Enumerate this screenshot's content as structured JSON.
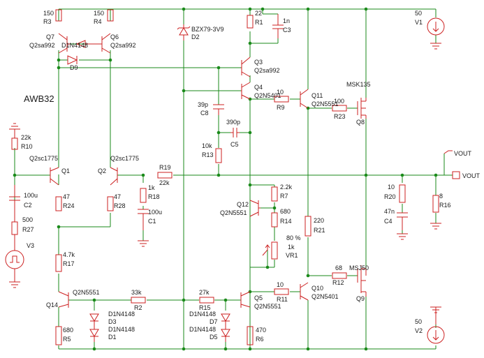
{
  "title": "AWB32",
  "components": {
    "R3": {
      "name": "R3",
      "value": "150"
    },
    "R4": {
      "name": "R4",
      "value": "150"
    },
    "Q7": {
      "name": "Q7",
      "part": "Q2sa992"
    },
    "Q6": {
      "name": "Q6",
      "part": "Q2sa992"
    },
    "D9": {
      "name": "D9",
      "part": "D1N4148"
    },
    "D2": {
      "name": "D2",
      "part": "BZX79-3V9"
    },
    "R1": {
      "name": "R1",
      "value": "22"
    },
    "C3": {
      "name": "C3",
      "value": "1n"
    },
    "V1": {
      "name": "V1",
      "value": "50"
    },
    "Q3": {
      "name": "Q3",
      "part": "Q2sa992"
    },
    "Q4": {
      "name": "Q4",
      "part": "Q2N5401"
    },
    "MSK135": "MSK135",
    "Q11": {
      "name": "Q11",
      "part": "Q2N5551"
    },
    "R9": {
      "name": "R9",
      "value": "10"
    },
    "R23": {
      "name": "R23",
      "value": "100"
    },
    "Q8": {
      "name": "Q8"
    },
    "C8": {
      "name": "C8",
      "value": "39p"
    },
    "C5": {
      "name": "C5",
      "value": "390p"
    },
    "R13": {
      "name": "R13",
      "value": "10k"
    },
    "R10": {
      "name": "R10",
      "value": "22k"
    },
    "Q1": {
      "name": "Q1",
      "part": "Q2sc1775"
    },
    "Q2": {
      "name": "Q2",
      "part": "Q2sc1775"
    },
    "R19": {
      "name": "R19",
      "value": "22k"
    },
    "C2": {
      "name": "C2",
      "value": "100u"
    },
    "R24": {
      "name": "R24",
      "value": "47"
    },
    "R28": {
      "name": "R28",
      "value": "47"
    },
    "R18": {
      "name": "R18",
      "value": "1k"
    },
    "C1": {
      "name": "C1",
      "value": "100u"
    },
    "R27": {
      "name": "R27",
      "value": "500"
    },
    "V3": {
      "name": "V3"
    },
    "R7": {
      "name": "R7",
      "value": "2.2k"
    },
    "Q12": {
      "name": "Q12",
      "part": "Q2N5551"
    },
    "R14": {
      "name": "R14",
      "value": "680"
    },
    "R21": {
      "name": "R21",
      "value": "220"
    },
    "VR1": {
      "name": "VR1",
      "value": "1k",
      "wiper": "80 %"
    },
    "R20": {
      "name": "R20",
      "value": "10"
    },
    "C4": {
      "name": "C4",
      "value": "47n"
    },
    "R16": {
      "name": "R16",
      "value": "8"
    },
    "VOUT": "VOUT",
    "R17": {
      "name": "R17",
      "value": "4.7k"
    },
    "Q14": {
      "name": "Q14",
      "part": "Q2N5551"
    },
    "R2": {
      "name": "R2",
      "value": "33k"
    },
    "R15": {
      "name": "R15",
      "value": "27k"
    },
    "D3": {
      "name": "D3",
      "part": "D1N4148"
    },
    "D1": {
      "name": "D1",
      "part": "D1N4148"
    },
    "D7": {
      "name": "D7",
      "part": "D1N4148"
    },
    "D5": {
      "name": "D5",
      "part": "D1N4148"
    },
    "Q5": {
      "name": "Q5",
      "part": "Q2N5551"
    },
    "R11": {
      "name": "R11",
      "value": "10"
    },
    "Q10": {
      "name": "Q10",
      "part": "Q2N5401"
    },
    "R12": {
      "name": "R12",
      "value": "68"
    },
    "MSJ50": "MSJ50",
    "Q9": {
      "name": "Q9"
    },
    "R5": {
      "name": "R5",
      "value": "680"
    },
    "R6": {
      "name": "R6",
      "value": "470"
    },
    "V2": {
      "name": "V2",
      "value": "50"
    }
  }
}
